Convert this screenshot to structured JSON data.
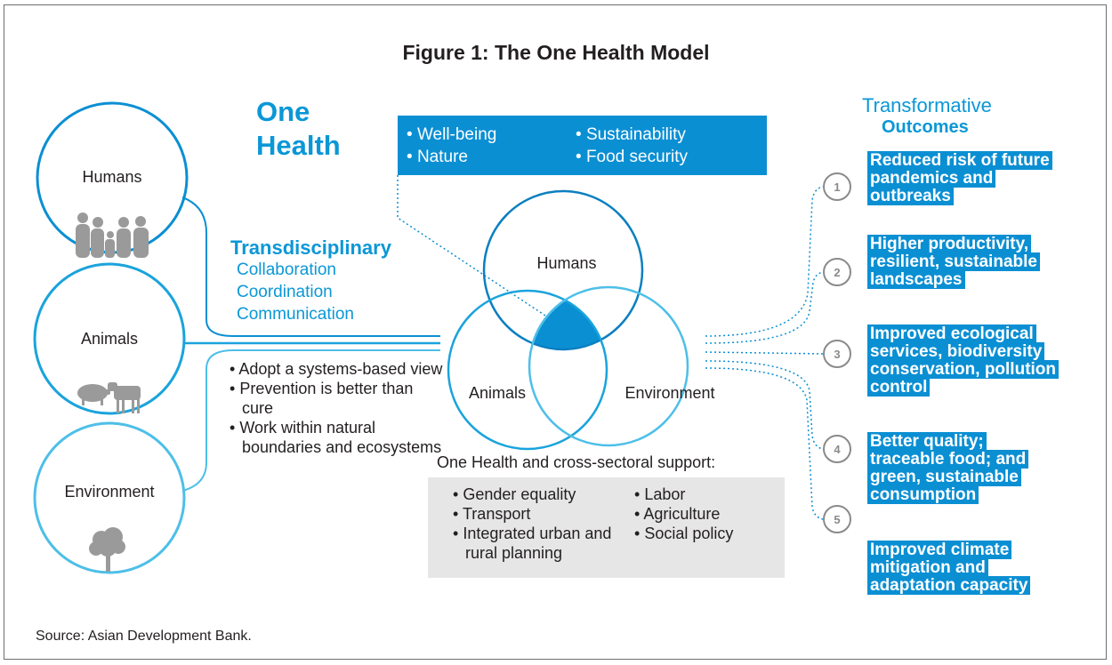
{
  "title": "Figure 1: The One Health Model",
  "one_health": {
    "line1": "One",
    "line2": "Health"
  },
  "values_box": {
    "items_left": [
      "Well-being",
      "Nature"
    ],
    "items_right": [
      "Sustainability",
      "Food security"
    ]
  },
  "left_circles": [
    "Humans",
    "Animals",
    "Environment"
  ],
  "transdisciplinary": {
    "title": "Transdisciplinary",
    "items": [
      "Collaboration",
      "Coordination",
      "Communication"
    ]
  },
  "principles": [
    "Adopt a systems-based view",
    "Prevention is better than cure",
    "Work within natural boundaries and ecosystems"
  ],
  "venn": {
    "top": "Humans",
    "left": "Animals",
    "right": "Environment"
  },
  "support": {
    "label": "One Health and cross-sectoral support:",
    "left": [
      "Gender equality",
      "Transport",
      "Integrated urban and rural planning"
    ],
    "right": [
      "Labor",
      "Agriculture",
      "Social policy"
    ]
  },
  "outcomes": {
    "title_line1": "Transformative",
    "title_line2": "Outcomes",
    "items": [
      {
        "num": "1",
        "text": "Reduced risk of future pandemics and outbreaks"
      },
      {
        "num": "2",
        "text": "Higher productivity, resilient, sustainable landscapes"
      },
      {
        "num": "3",
        "text": "Improved ecological services, biodiversity conservation, pollution control"
      },
      {
        "num": "4",
        "text": "Better quality; traceable food; and green, sustainable consumption"
      },
      {
        "num": "5",
        "text": "Improved climate mitigation and adaptation capacity"
      }
    ]
  },
  "source": "Source: Asian Development Bank.",
  "colors": {
    "accent": "#0b8fd3",
    "light_blue": "#2fb3e4",
    "gray_box": "#e6e6e6",
    "icon_gray": "#8a8a8a"
  },
  "icons": [
    "people-icon",
    "pig-icon",
    "cow-icon",
    "tree-icon"
  ]
}
